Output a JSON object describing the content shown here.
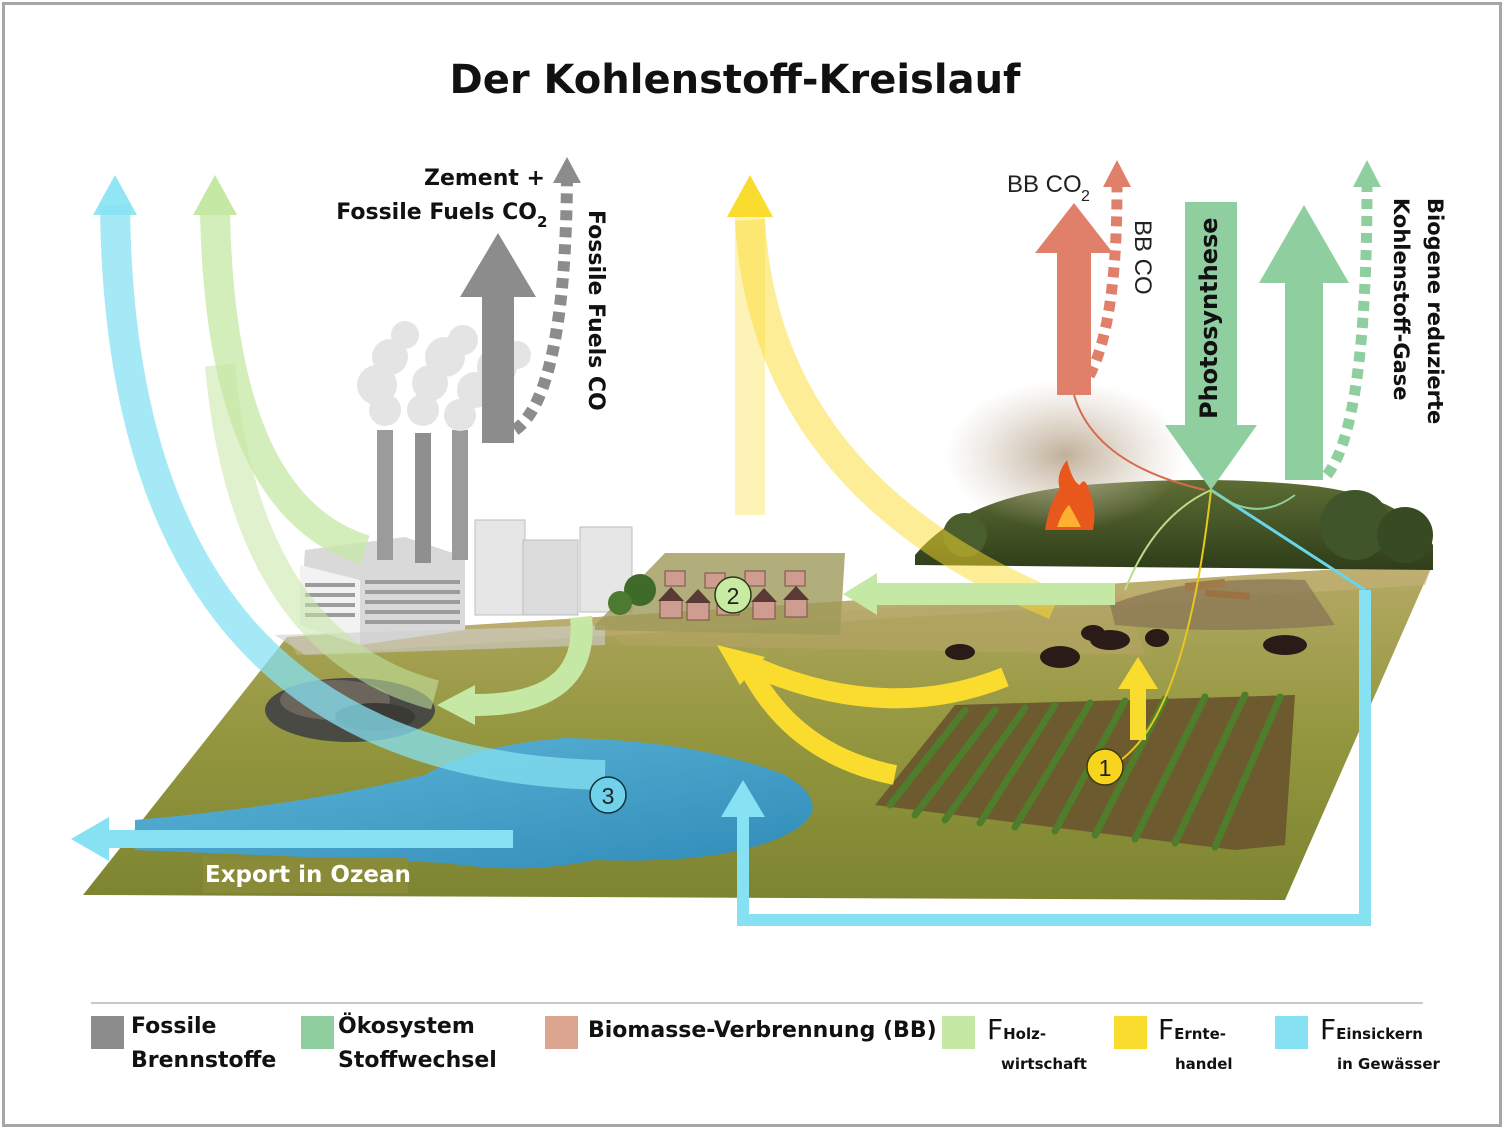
{
  "title": "Der Kohlenstoff-Kreislauf",
  "labels": {
    "zement_line1": "Zement +",
    "zement_line2": "Fossile Fuels CO",
    "zement_sub": "2",
    "fossile_fuels_co": "Fossile Fuels CO",
    "bb_co2": "BB CO",
    "bb_co2_sub": "2",
    "bb_co": "BB CO",
    "photosynthese": "Photosynthese",
    "biogene_line1": "Biogene reduzierte",
    "biogene_line2": "Kohlenstoff-Gase",
    "export": "Export in Ozean"
  },
  "markers": [
    "1",
    "2",
    "3"
  ],
  "legend": [
    {
      "key": "fossil",
      "color": "#8c8c8c",
      "line1": "Fossile",
      "line2": "Brennstoffe"
    },
    {
      "key": "oeko",
      "color": "#8fcf9f",
      "line1": "Ökosystem",
      "line2": "Stoffwechsel"
    },
    {
      "key": "bb",
      "color": "#dca590",
      "line1": "Biomasse-Verbrennung (BB)"
    },
    {
      "key": "holz",
      "color": "#c5e8a4",
      "main": "F",
      "sub": "Holz-",
      "sub2": "wirtschaft"
    },
    {
      "key": "ernte",
      "color": "#fadc2e",
      "main": "F",
      "sub": "Ernte-",
      "sub2": "handel"
    },
    {
      "key": "einsickern",
      "color": "#86e2f2",
      "main": "F",
      "sub": "Einsickern",
      "sub2": "in Gewässer"
    }
  ],
  "colors": {
    "fossil": "#8c8c8c",
    "oeko": "#8fcf9f",
    "bb": "#dca590",
    "bb_arrow": "#e0806a",
    "holz": "#c5e8a4",
    "ernte": "#fadc2e",
    "einsickern": "#86e2f2",
    "water": "#3b9ec6",
    "grass": "#9d9a4c"
  },
  "icons": [
    "factory-icon",
    "smoke-icon",
    "houses-icon",
    "fire-icon",
    "forest-icon",
    "cow-icon",
    "corn-field-icon",
    "landfill-icon",
    "lake-icon"
  ]
}
